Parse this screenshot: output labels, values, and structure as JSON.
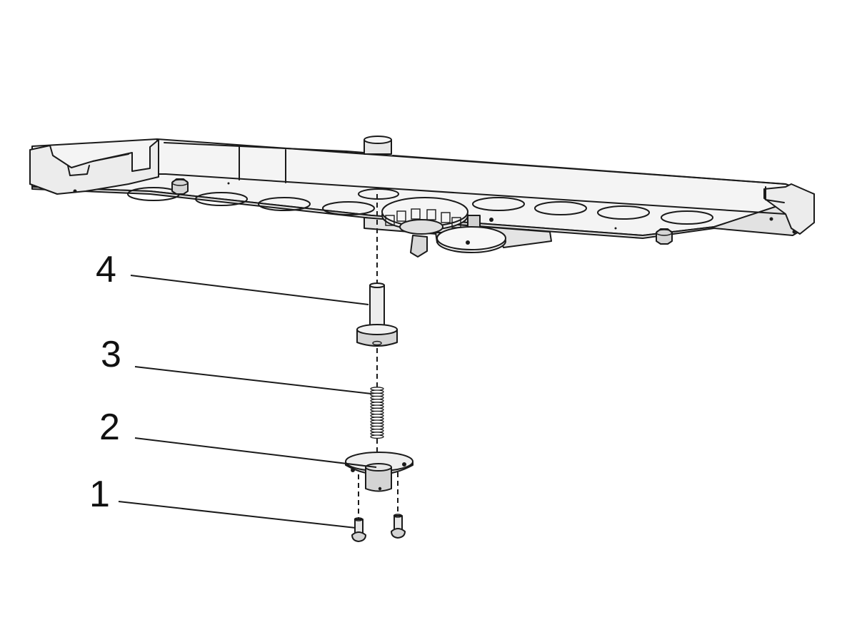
{
  "callouts": [
    {
      "id": "1",
      "label": "1"
    },
    {
      "id": "2",
      "label": "2"
    },
    {
      "id": "3",
      "label": "3"
    },
    {
      "id": "4",
      "label": "4"
    }
  ],
  "colors": {
    "line": "#1a1a1a",
    "part_fill_light": "#f2f2f2",
    "part_fill_mid": "#d9d9d9",
    "part_fill_dark": "#bcbcbc",
    "background": "#ffffff"
  }
}
